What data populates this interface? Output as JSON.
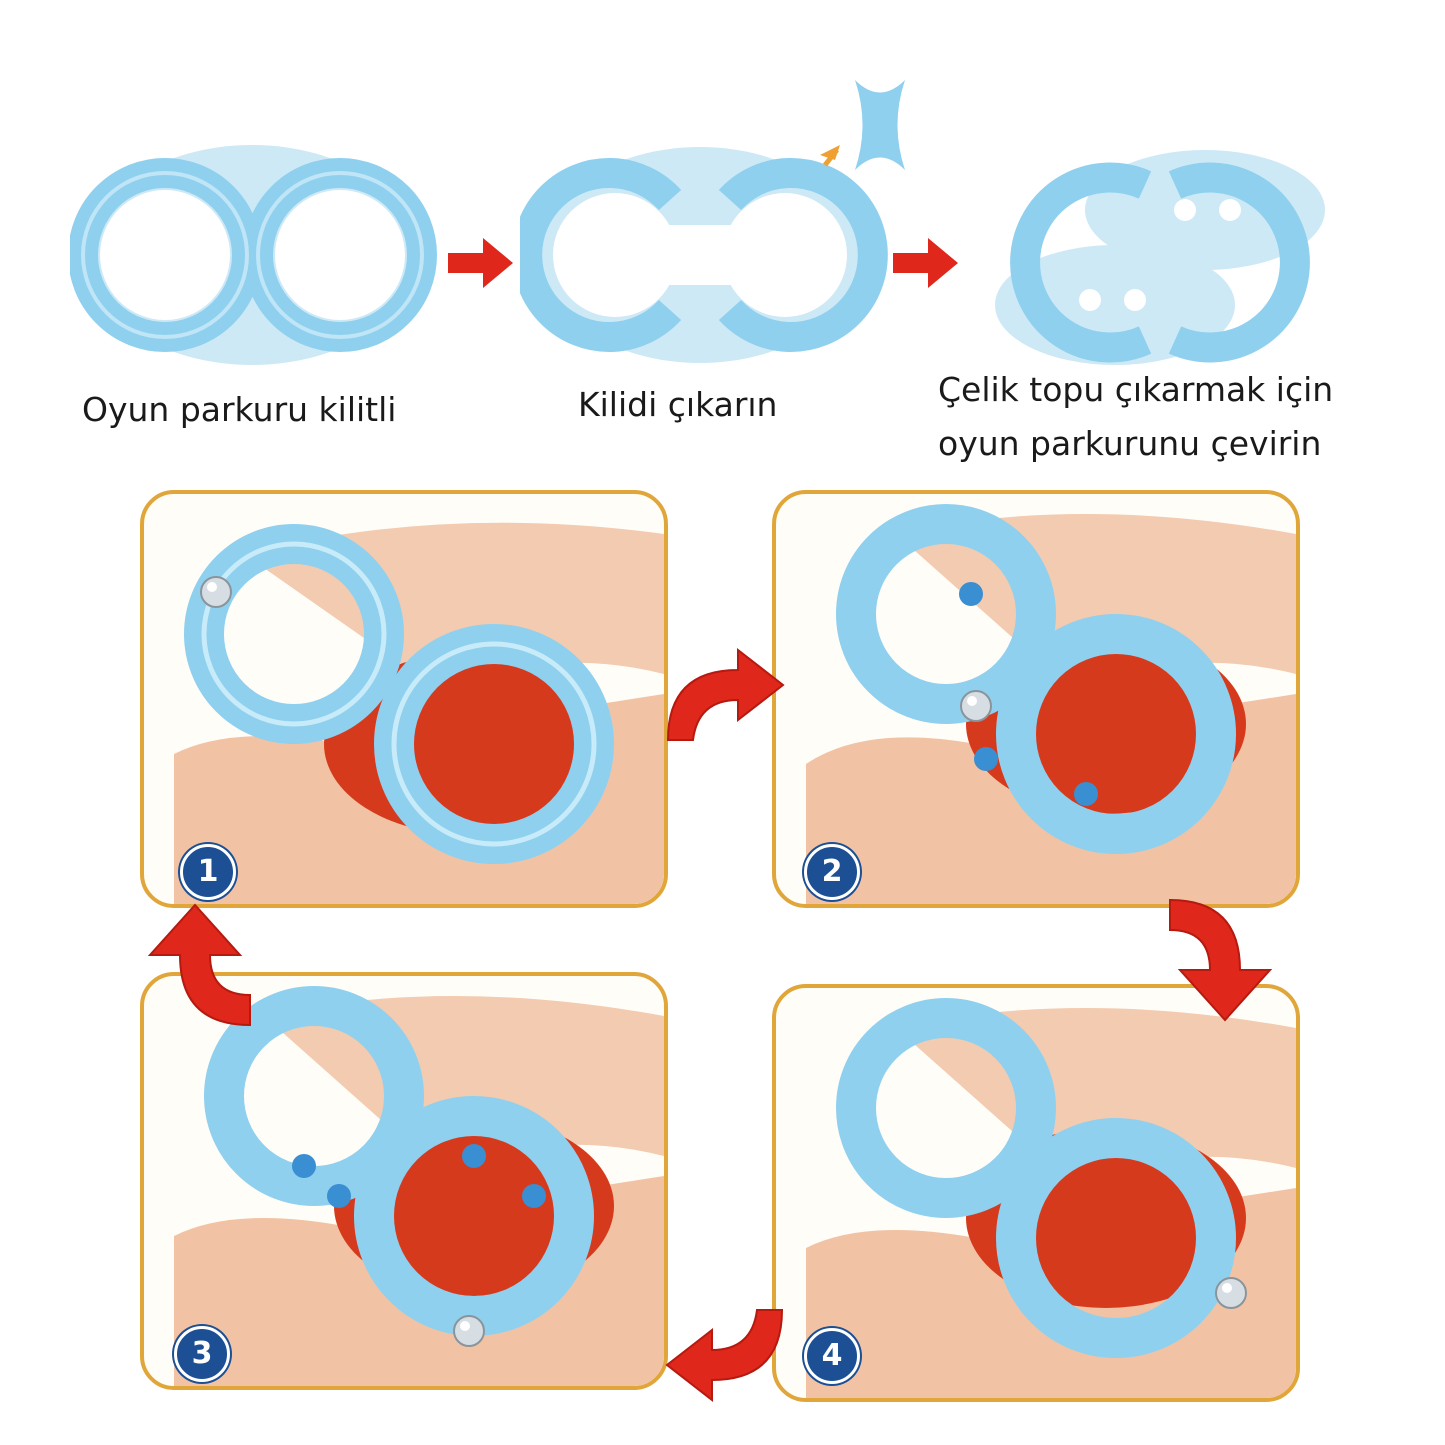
{
  "colors": {
    "track_blue": "#8fd0ef",
    "track_dark": "#5cb4e0",
    "arrow_red": "#e0271b",
    "arrow_orange": "#f0a030",
    "panel_border": "#e0a63a",
    "badge_blue": "#1c4f94",
    "hand_skin": "#f1c3a4",
    "inner_red": "#d63a1c"
  },
  "steps_top": [
    {
      "caption": "Oyun parkuru kilitli",
      "icon": "locked-figure-eight-track"
    },
    {
      "caption": "Kilidi çıkarın",
      "icon": "unlocked-track-with-removed-lock-piece"
    },
    {
      "caption_lines": [
        "Çelik topu çıkarmak için",
        "oyun parkurunu çevirin"
      ],
      "icon": "rotated-track"
    }
  ],
  "panels": [
    {
      "number": "1"
    },
    {
      "number": "2"
    },
    {
      "number": "3"
    },
    {
      "number": "4"
    }
  ]
}
